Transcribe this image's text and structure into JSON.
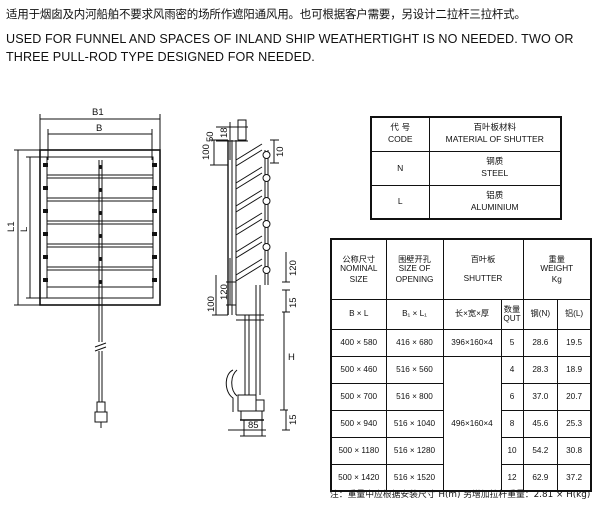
{
  "header": {
    "cn": "适用于烟囱及内河船舶不要求风雨密的场所作遮阳通风用。也可根据客户需要，另设计二拉杆三拉杆式。",
    "en": "USED FOR FUNNEL AND SPACES OF INLAND SHIP WEATHERTIGHT IS NO NEEDED. TWO OR THREE PULL-ROD TYPE DESIGNED FOR NEEDED."
  },
  "drawing": {
    "front_labels": {
      "b1": "B1",
      "b": "B",
      "l1": "L1",
      "l": "L"
    },
    "side_labels": {
      "d50": "50",
      "d18": "18",
      "d100": "100",
      "d10": "10",
      "d120a": "120",
      "d120b": "120",
      "d100b": "100",
      "d15a": "15",
      "d15b": "15",
      "h": "H",
      "d85": "85"
    }
  },
  "material_table": {
    "head_code_cn": "代  号",
    "head_code_en": "CODE",
    "head_mat_cn": "百叶板材料",
    "head_mat_en": "MATERIAL OF SHUTTER",
    "rows": [
      {
        "code": "N",
        "cn": "钢质",
        "en": "STEEL"
      },
      {
        "code": "L",
        "cn": "铝质",
        "en": "ALUMINIUM"
      }
    ]
  },
  "spec_table": {
    "h_size_cn": "公称尺寸",
    "h_size_en1": "NOMINAL",
    "h_size_en2": "SIZE",
    "h_open_cn": "围壁开孔",
    "h_open_en1": "SIZE OF",
    "h_open_en2": "OPENING",
    "h_shutter_cn": "百叶板",
    "h_shutter_en": "SHUTTER",
    "h_weight_cn": "重量",
    "h_weight_en1": "WEIGHT",
    "h_weight_en2": "Kg",
    "s_size": "B × L",
    "s_open": "B₁ × L₁",
    "s_dims": "长×宽×厚",
    "s_qty_cn": "数量",
    "s_qty_en": "QUT",
    "s_steel": "钢(N)",
    "s_alu": "铝(L)",
    "first_shutter": "396×160×4",
    "group_shutter": "496×160×4",
    "rows": [
      {
        "size": "400 × 580",
        "opening": "416 × 680",
        "qty": "5",
        "steel": "28.6",
        "alu": "19.5"
      },
      {
        "size": "500 × 460",
        "opening": "516 × 560",
        "qty": "4",
        "steel": "28.3",
        "alu": "18.9"
      },
      {
        "size": "500 × 700",
        "opening": "516 × 800",
        "qty": "6",
        "steel": "37.0",
        "alu": "20.7"
      },
      {
        "size": "500 × 940",
        "opening": "516 × 1040",
        "qty": "8",
        "steel": "45.6",
        "alu": "25.3"
      },
      {
        "size": "500 × 1180",
        "opening": "516 × 1280",
        "qty": "10",
        "steel": "54.2",
        "alu": "30.8"
      },
      {
        "size": "500 × 1420",
        "opening": "516 × 1520",
        "qty": "12",
        "steel": "62.9",
        "alu": "37.2"
      }
    ]
  },
  "note": "注：重量中应根据安装尺寸 H(m) 另增加拉杆重量：2.81 × H(kg)"
}
